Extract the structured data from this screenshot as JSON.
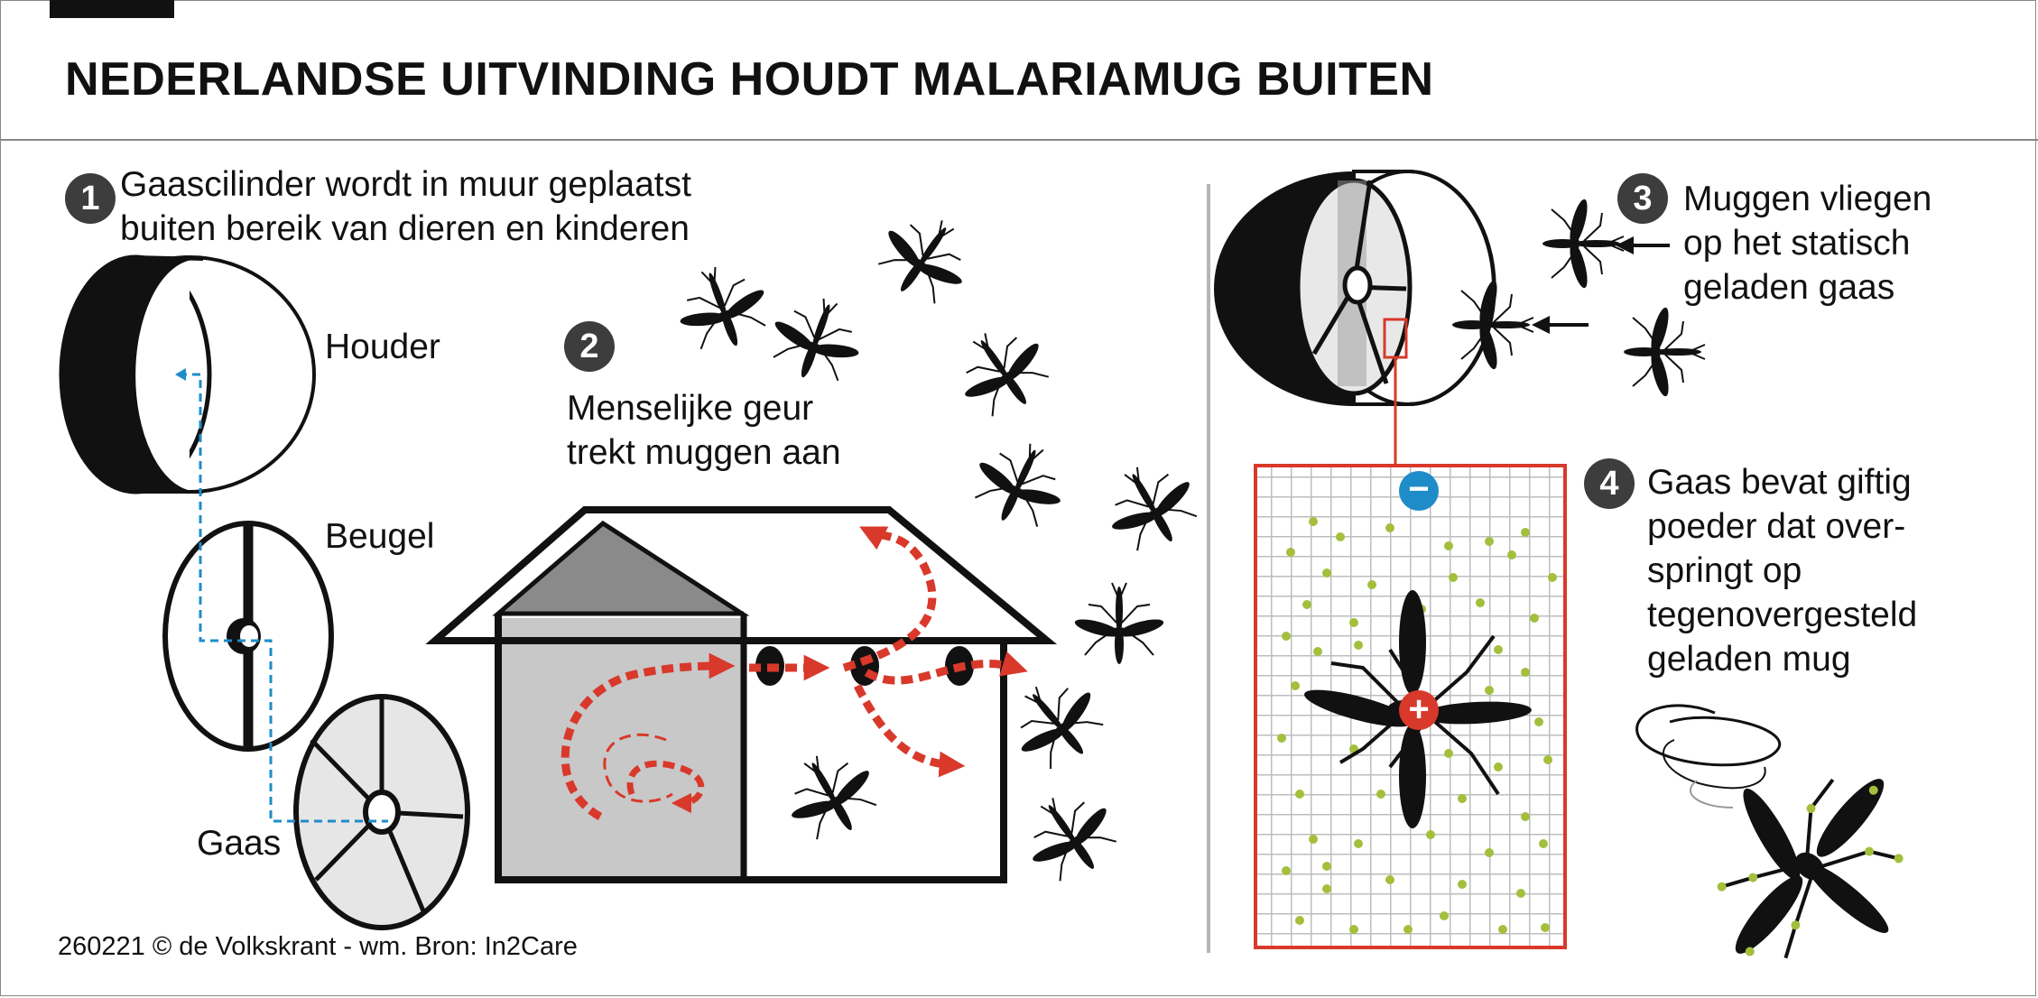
{
  "title": "NEDERLANDSE UITVINDING HOUDT MALARIAMUG BUITEN",
  "credit": "260221 © de Volkskrant - wm. Bron: In2Care",
  "colors": {
    "accent_red": "#d8392b",
    "dashed_blue": "#1e8cc9",
    "dots_green": "#a3bf3c",
    "gray_dark": "#3d3d3d"
  },
  "steps": [
    {
      "number": "1",
      "lines": [
        "Gaascilinder wordt in muur geplaatst",
        "buiten bereik van dieren en kinderen"
      ]
    },
    {
      "number": "2",
      "lines": [
        "Menselijke geur",
        "trekt muggen aan"
      ]
    },
    {
      "number": "3",
      "lines": [
        "Muggen vliegen",
        "op het statisch",
        "geladen gaas"
      ]
    },
    {
      "number": "4",
      "lines": [
        "Gaas bevat giftig",
        "poeder dat over-",
        "springt op",
        "tegenovergesteld",
        "geladen mug"
      ]
    }
  ],
  "parts": {
    "houder": "Houder",
    "beugel": "Beugel",
    "gaas": "Gaas"
  },
  "charges": {
    "negative": "−",
    "positive": "+"
  },
  "icons": [
    "mosquito-icon",
    "arrow-left-icon",
    "minus-charge-icon",
    "plus-charge-icon",
    "spiral-icon"
  ]
}
